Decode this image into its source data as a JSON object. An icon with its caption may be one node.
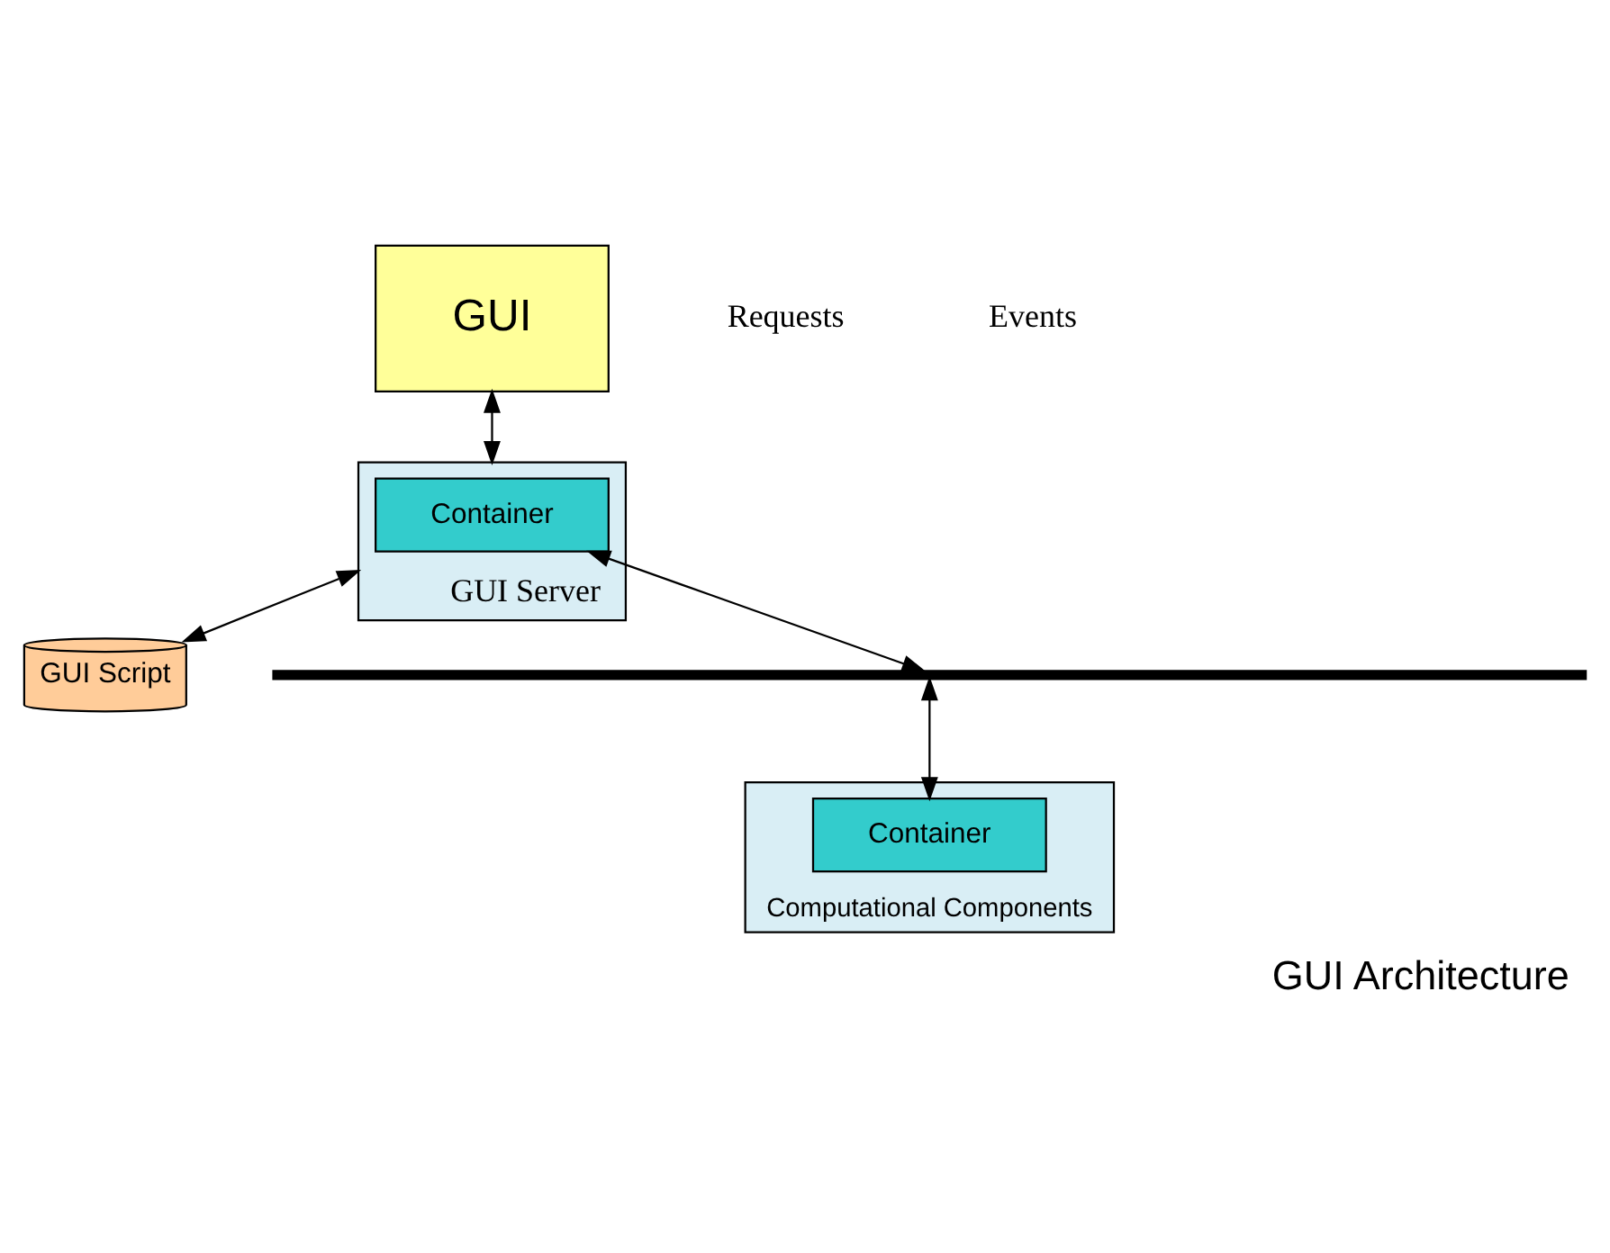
{
  "diagram": {
    "caption": "GUI Architecture",
    "nodes": [
      {
        "text": [
          "GUI"
        ]
      },
      {
        "text": [
          "GUI Server"
        ]
      },
      {
        "text": [
          "Container"
        ],
        "in": 1
      },
      {
        "text": [
          "GUI Script"
        ]
      },
      {
        "text": [],
        "shape": "bar"
      },
      {
        "text": [
          "Computational Components"
        ]
      },
      {
        "text": [
          "Container"
        ],
        "in": 5
      }
    ],
    "edges": [
      {
        "from": 0,
        "to": 1,
        "arrow": "both"
      },
      {
        "from": 1,
        "to": 3,
        "arrow": "both"
      },
      {
        "from": 2,
        "to": 4,
        "arrow": "both"
      },
      {
        "from": 4,
        "to": 6,
        "arrow": "both"
      }
    ],
    "labels": [
      "Requests",
      "Events"
    ]
  }
}
